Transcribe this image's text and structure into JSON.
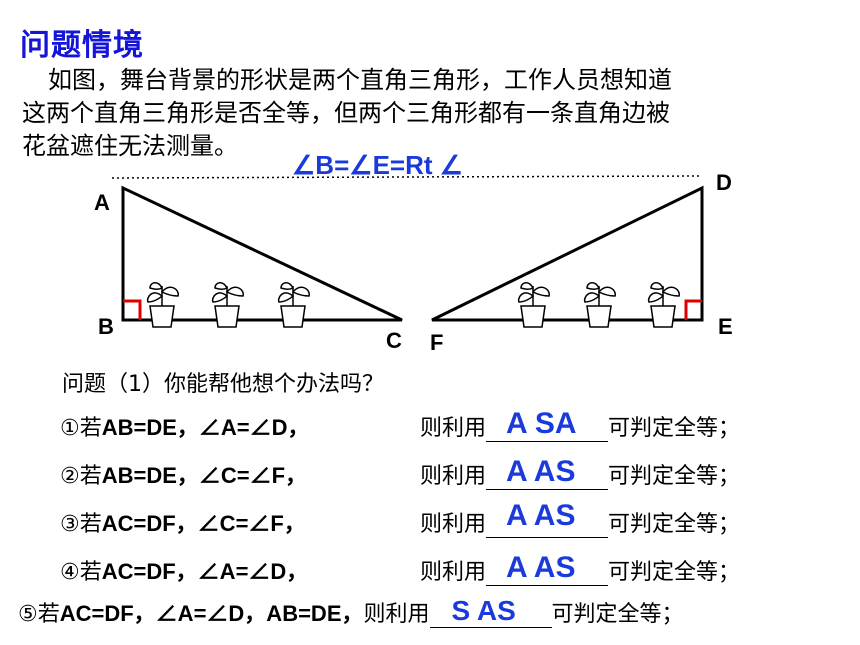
{
  "title": "问题情境",
  "intro": {
    "line1": "如图，舞台背景的形状是两个直角三角形，工作人员想知道",
    "line2": "这两个直角三角形是否全等，但两个三角形都有一条直角边被",
    "line3": "花盆遮住无法测量。"
  },
  "angle_note": "∠B=∠E=Rt ∠",
  "points": {
    "A": "A",
    "B": "B",
    "C": "C",
    "D": "D",
    "E": "E",
    "F": "F"
  },
  "question": "问题（1）你能帮他想个办法吗？",
  "items": [
    {
      "num": "①若",
      "cond": "AB=DE，∠A=∠D，",
      "use": "则利用",
      "answer": "A SA",
      "suffix": "可判定全等；"
    },
    {
      "num": "②若",
      "cond": "AB=DE，∠C=∠F，",
      "use": "则利用",
      "answer": "A AS",
      "suffix": "可判定全等；"
    },
    {
      "num": "③若",
      "cond": "AC=DF，∠C=∠F，",
      "use": "则利用",
      "answer": "A AS",
      "suffix": "可判定全等；"
    },
    {
      "num": "④若",
      "cond": "AC=DF，∠A=∠D，",
      "use": "则利用",
      "answer": "A AS",
      "suffix": "可判定全等；"
    },
    {
      "num": "⑤若",
      "cond": "AC=DF，∠A=∠D，AB=DE，",
      "use": "则利用",
      "answer": "S AS",
      "suffix": "可判定全等；"
    }
  ],
  "colors": {
    "title": "#1515d8",
    "answer": "#1a3adb",
    "right_angle": "#e00000"
  }
}
